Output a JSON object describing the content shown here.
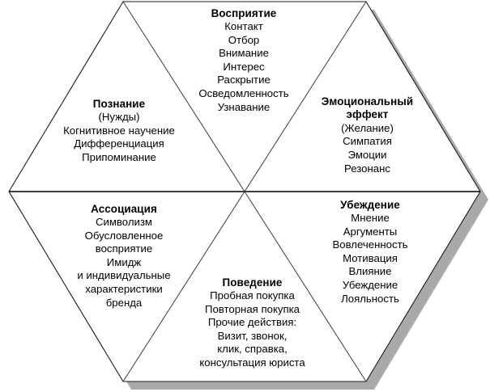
{
  "diagram": {
    "shape": "hexagon",
    "segment_count": 6,
    "outline_color": "#1a1a1a",
    "divider_color": "#000000",
    "shadow_color": "#a9a9a9",
    "background_color": "#ffffff",
    "text_color": "#000000"
  },
  "segments": [
    {
      "id": "perception",
      "position": "top",
      "title": "Восприятие",
      "lines": [
        "Контакт",
        "Отбор",
        "Внимание",
        "Интерес",
        "Раскрытие",
        "Осведомленность",
        "Узнавание"
      ]
    },
    {
      "id": "cognition",
      "position": "upper-left",
      "title": "Познание",
      "lines": [
        "(Нужды)",
        "Когнитивное научение",
        "Дифференциация",
        "Припоминание"
      ]
    },
    {
      "id": "emotional-effect",
      "position": "upper-right",
      "title": "Эмоциональный",
      "title2": "эффект",
      "lines": [
        "(Желание)",
        "Симпатия",
        "Эмоции",
        "Резонанс"
      ]
    },
    {
      "id": "association",
      "position": "lower-left",
      "title": "Ассоциация",
      "lines": [
        "Символизм",
        "Обусловленное",
        "восприятие",
        "Имидж",
        "и индивидуальные",
        "характеристики",
        "бренда"
      ]
    },
    {
      "id": "persuasion",
      "position": "lower-right",
      "title": "Убеждение",
      "lines": [
        "Мнение",
        "Аргументы",
        "Вовлеченность",
        "Мотивация",
        "Влияние",
        "Убеждение",
        "Лояльность"
      ]
    },
    {
      "id": "behaviour",
      "position": "bottom",
      "title": "Поведение",
      "lines": [
        "Пробная покупка",
        "Повторная покупка",
        "Прочие действия:",
        "Визит, звонок,",
        "клик, справка,",
        "консультация юриста"
      ]
    }
  ]
}
